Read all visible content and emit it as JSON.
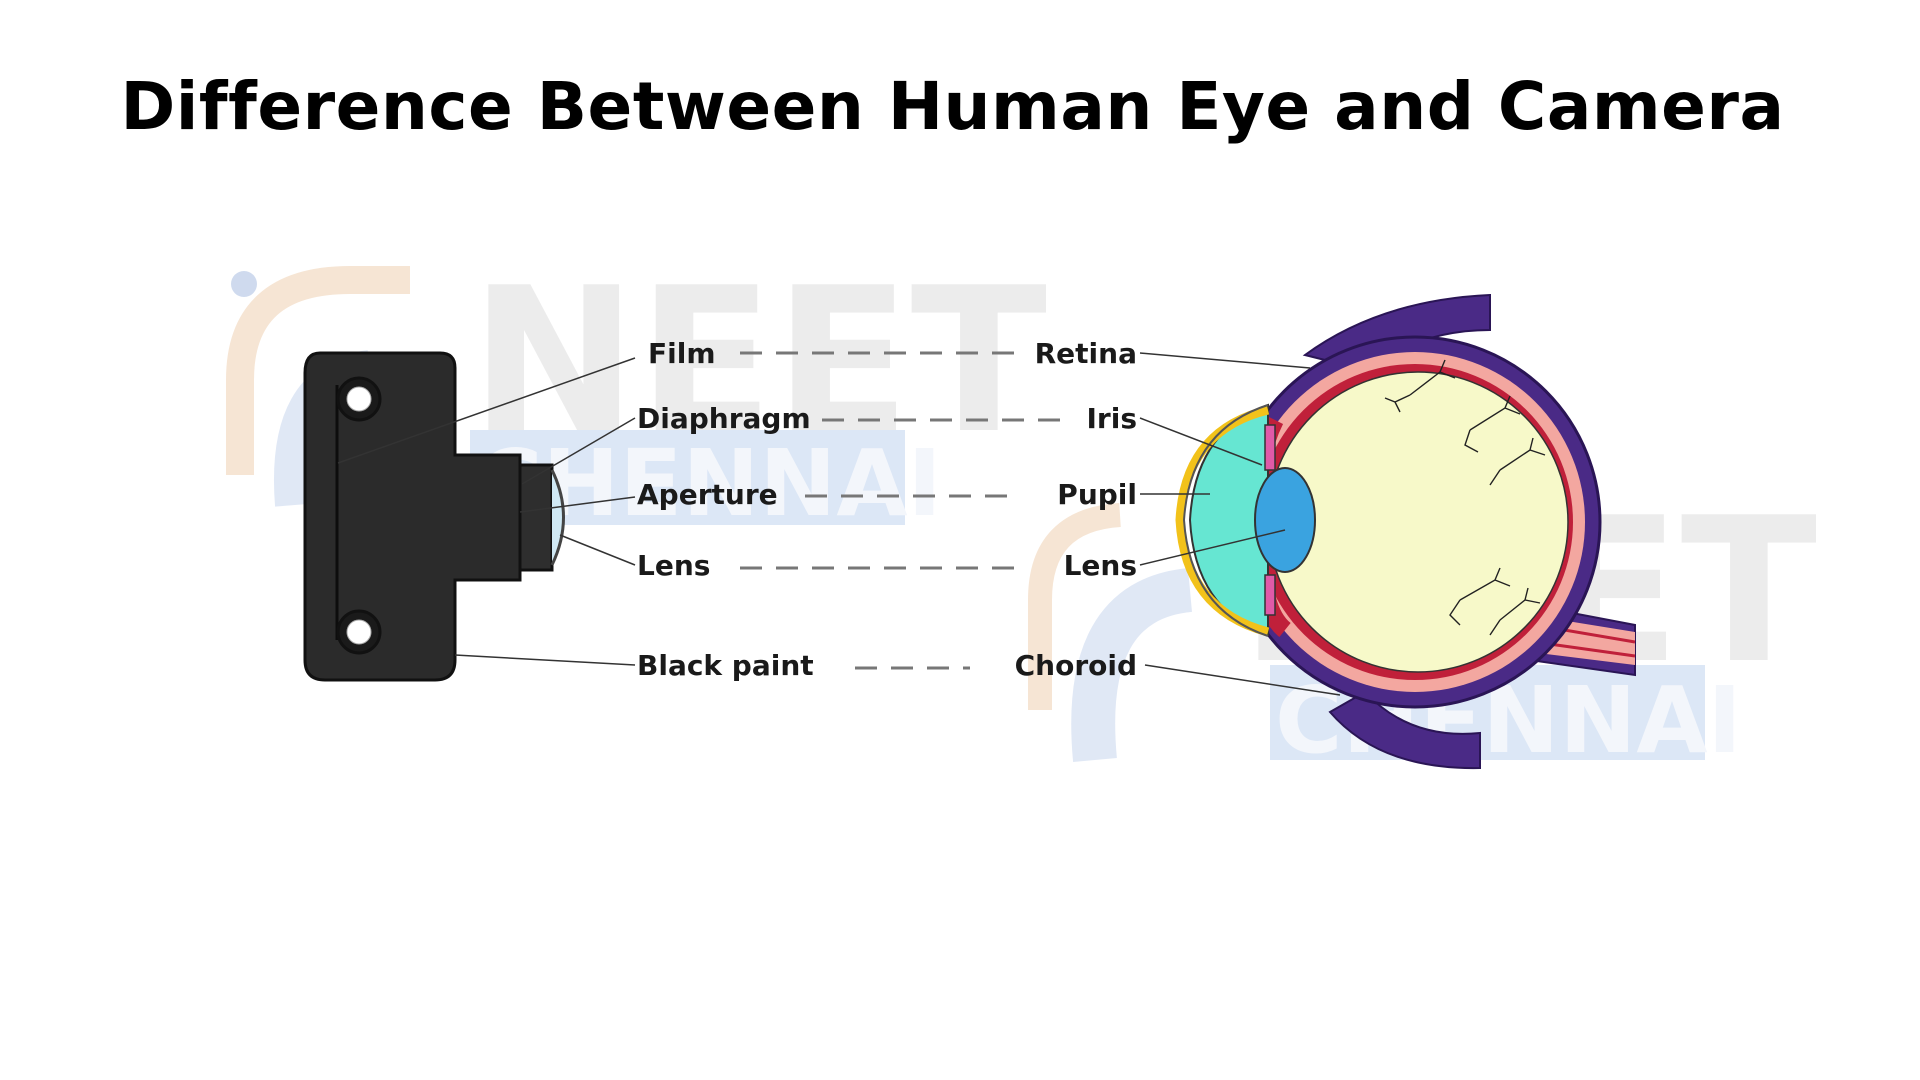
{
  "title": "Difference Between Human Eye and Camera",
  "watermark": {
    "line1": "NEET",
    "line2": "CHENNAI"
  },
  "camera_labels": [
    "Film",
    "Diaphragm",
    "Aperture",
    "Lens",
    "Black paint"
  ],
  "eye_labels": [
    "Retina",
    "Iris",
    "Pupil",
    "Lens",
    "Choroid"
  ],
  "colors": {
    "camera_body": "#2b2b2b",
    "sclera_outer": "#4a2a86",
    "choroid_layer": "#f3a7a0",
    "retina_red": "#c0203a",
    "vitreous": "#f7f9c9",
    "cornea": "#66e6d2",
    "cornea_rim": "#f2c21a",
    "eye_lens": "#3aa3e0",
    "iris": "#e05aa8",
    "watermark_orange": "#f4dfcc",
    "watermark_blue": "#c9d7ef",
    "watermark_gray": "#e6e6e6"
  }
}
